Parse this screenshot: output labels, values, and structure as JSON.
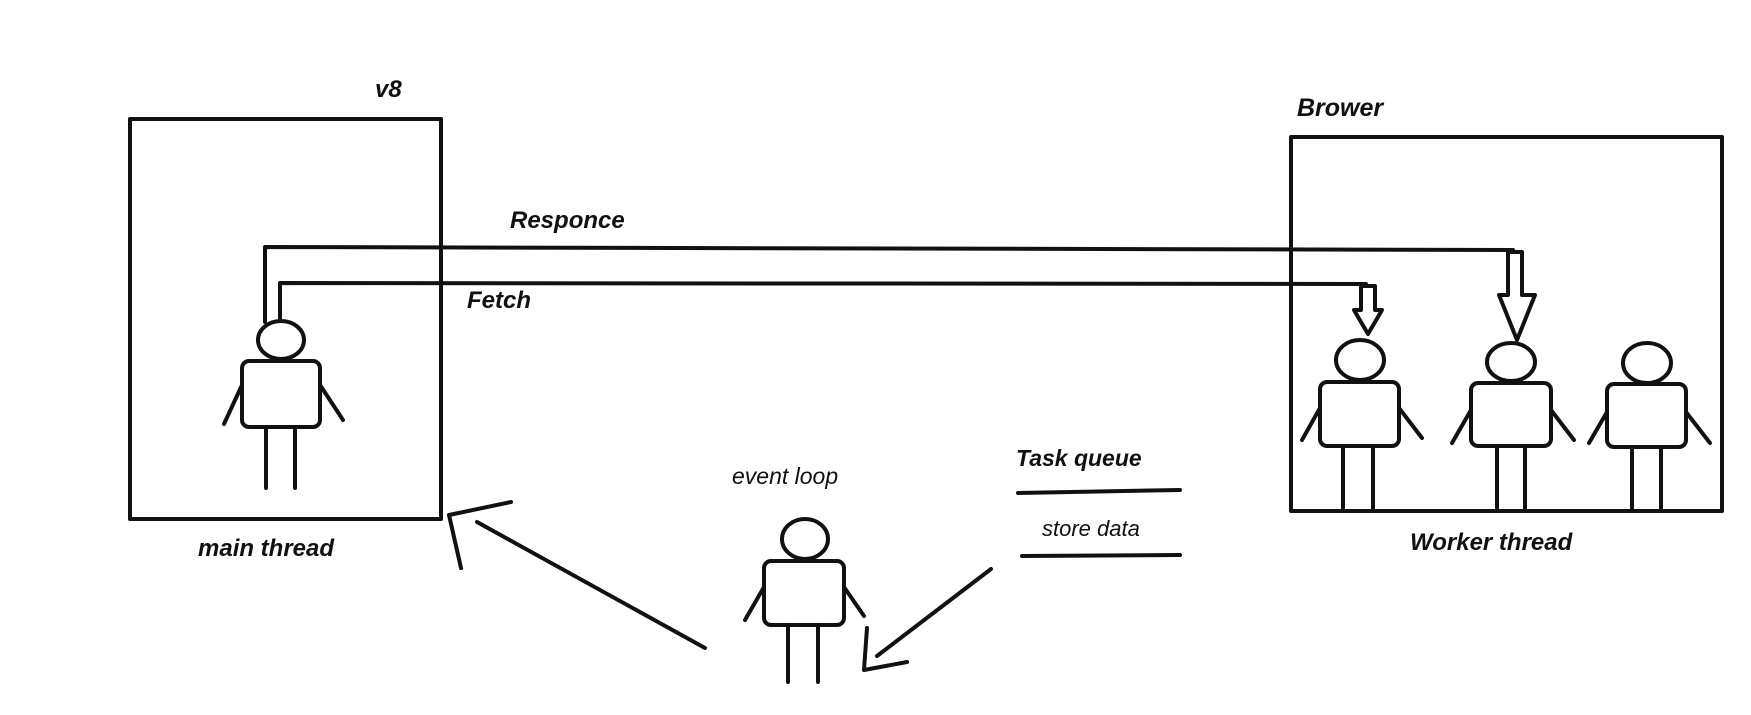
{
  "labels": {
    "v8": "v8",
    "main_thread": "main thread",
    "brower": "Brower",
    "worker_thread": "Worker thread",
    "responce": "Responce",
    "fetch": "Fetch",
    "event_loop": "event loop",
    "task_queue": "Task queue",
    "store_data": "store data"
  }
}
